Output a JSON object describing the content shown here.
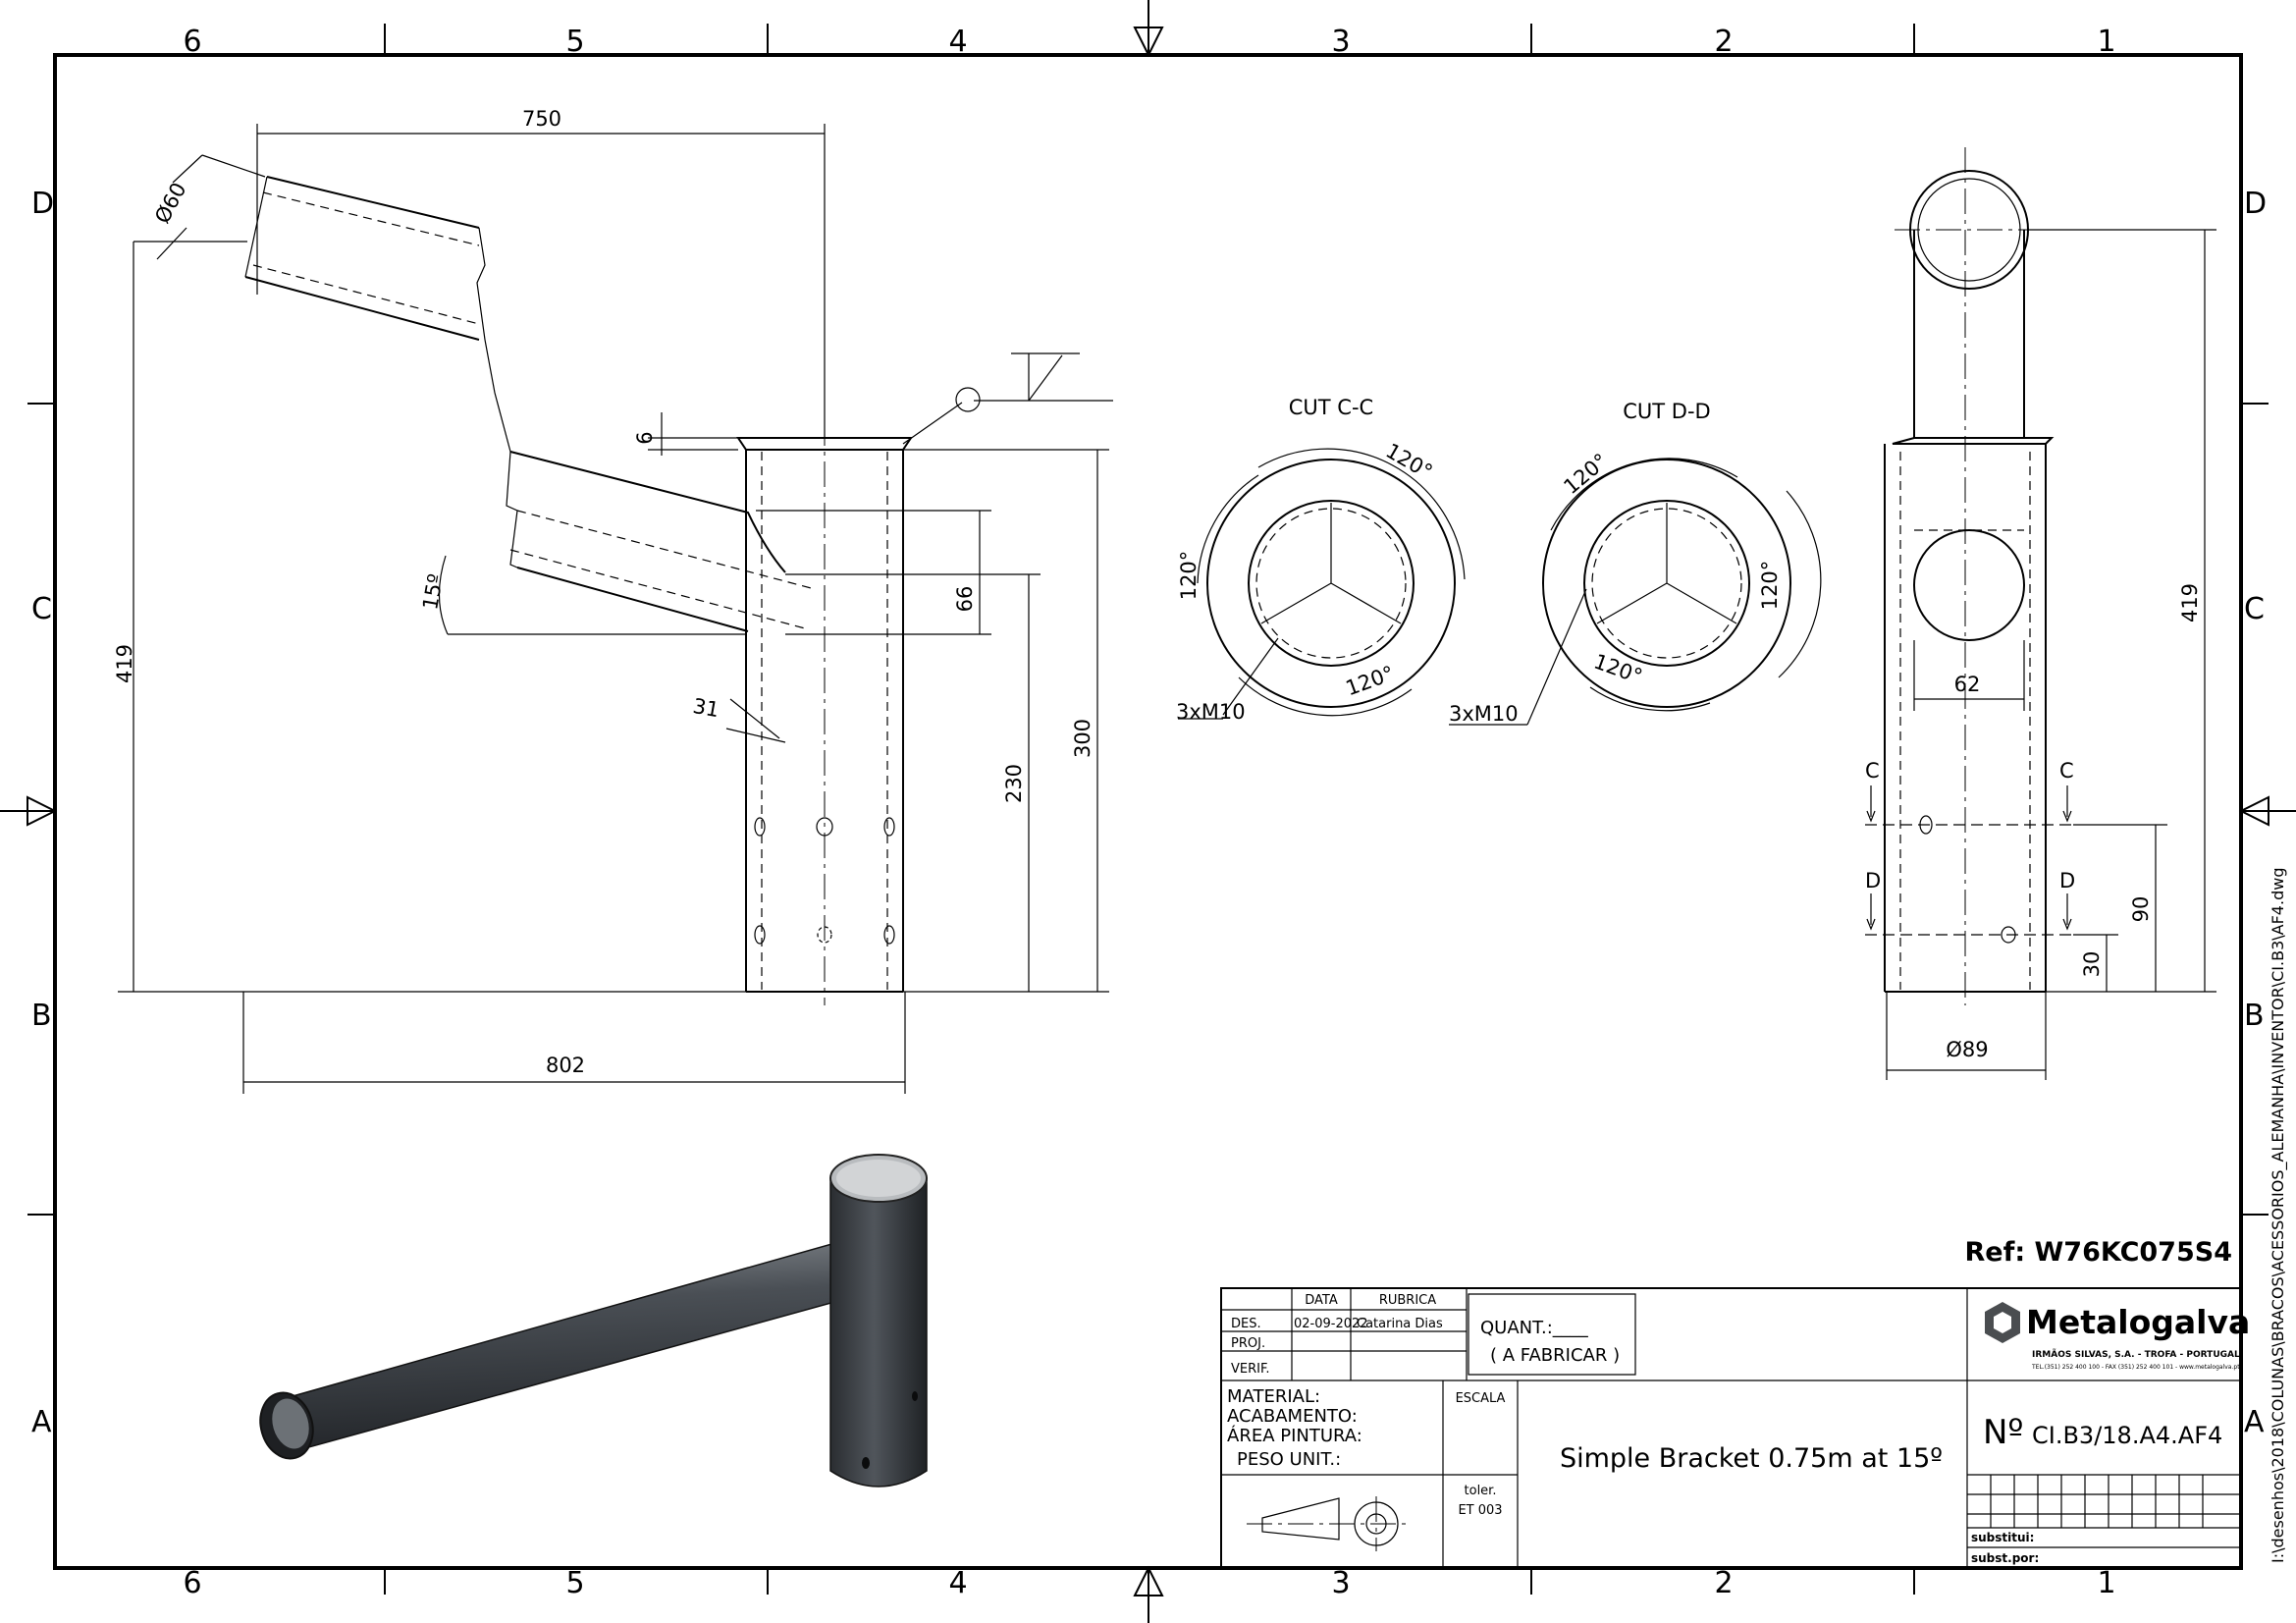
{
  "zones": {
    "columns": [
      "6",
      "5",
      "4",
      "3",
      "2",
      "1"
    ],
    "rows": [
      "D",
      "C",
      "B",
      "A"
    ]
  },
  "front_view": {
    "dims": {
      "top_length": "750",
      "diameter": "Ø60",
      "height_total": "419",
      "lip": "6",
      "overlap": "66",
      "angle": "15º",
      "offset": "31",
      "h230": "230",
      "h300": "300",
      "bottom_length": "802"
    }
  },
  "sections": {
    "cut_cc": {
      "title": "CUT C-C",
      "a1": "120°",
      "a2": "120°",
      "a3": "120°",
      "thread": "3xM10"
    },
    "cut_dd": {
      "title": "CUT D-D",
      "a1": "120°",
      "a2": "120°",
      "a3": "120°",
      "thread": "3xM10"
    }
  },
  "side_view": {
    "dims": {
      "height": "419",
      "inner": "62",
      "h90": "90",
      "h30": "30",
      "diameter": "Ø89"
    },
    "cut_marks": {
      "c": "C",
      "d": "D"
    }
  },
  "side_path": "I:\\desenhos\\2018\\COLUNAS\\BRACOS\\ACESSORIOS_ALEMANHA\\INVENTOR\\CI.B3\\AF4.dwg",
  "ref": "Ref: W76KC075S4",
  "title_block": {
    "col_data": "DATA",
    "col_rubrica": "RUBRICA",
    "rows": [
      {
        "label": "DES.",
        "date": "02-09-2022",
        "name": "Catarina Dias"
      },
      {
        "label": "PROJ.",
        "date": "",
        "name": ""
      },
      {
        "label": "VERIF.",
        "date": "",
        "name": ""
      }
    ],
    "quant_label": "QUANT.:____",
    "quant_note": "( A FABRICAR )",
    "material": "MATERIAL:",
    "acabamento": "ACABAMENTO:",
    "area_pintura": "ÁREA PINTURA:",
    "peso": "PESO UNIT.:",
    "escala": "ESCALA",
    "toler": "toler.",
    "toler_std": "ET 003",
    "description": "Simple Bracket 0.75m at 15º",
    "company": "Metalogalva",
    "company_sub": "IRMÃOS SILVAS, S.A. - TROFA - PORTUGAL",
    "company_contact": "TEL.(351) 252 400 100 - FAX (351) 252 400 101 - www.metalogalva.pt",
    "number_prefix": "Nº",
    "number": "CI.B3/18.A4.AF4",
    "substitui": "substitui:",
    "subst_por": "subst.por:"
  },
  "colors": {
    "ink": "#000000",
    "paper": "#ffffff",
    "metal": "#3a3e43",
    "metal_light": "#7d8287"
  }
}
